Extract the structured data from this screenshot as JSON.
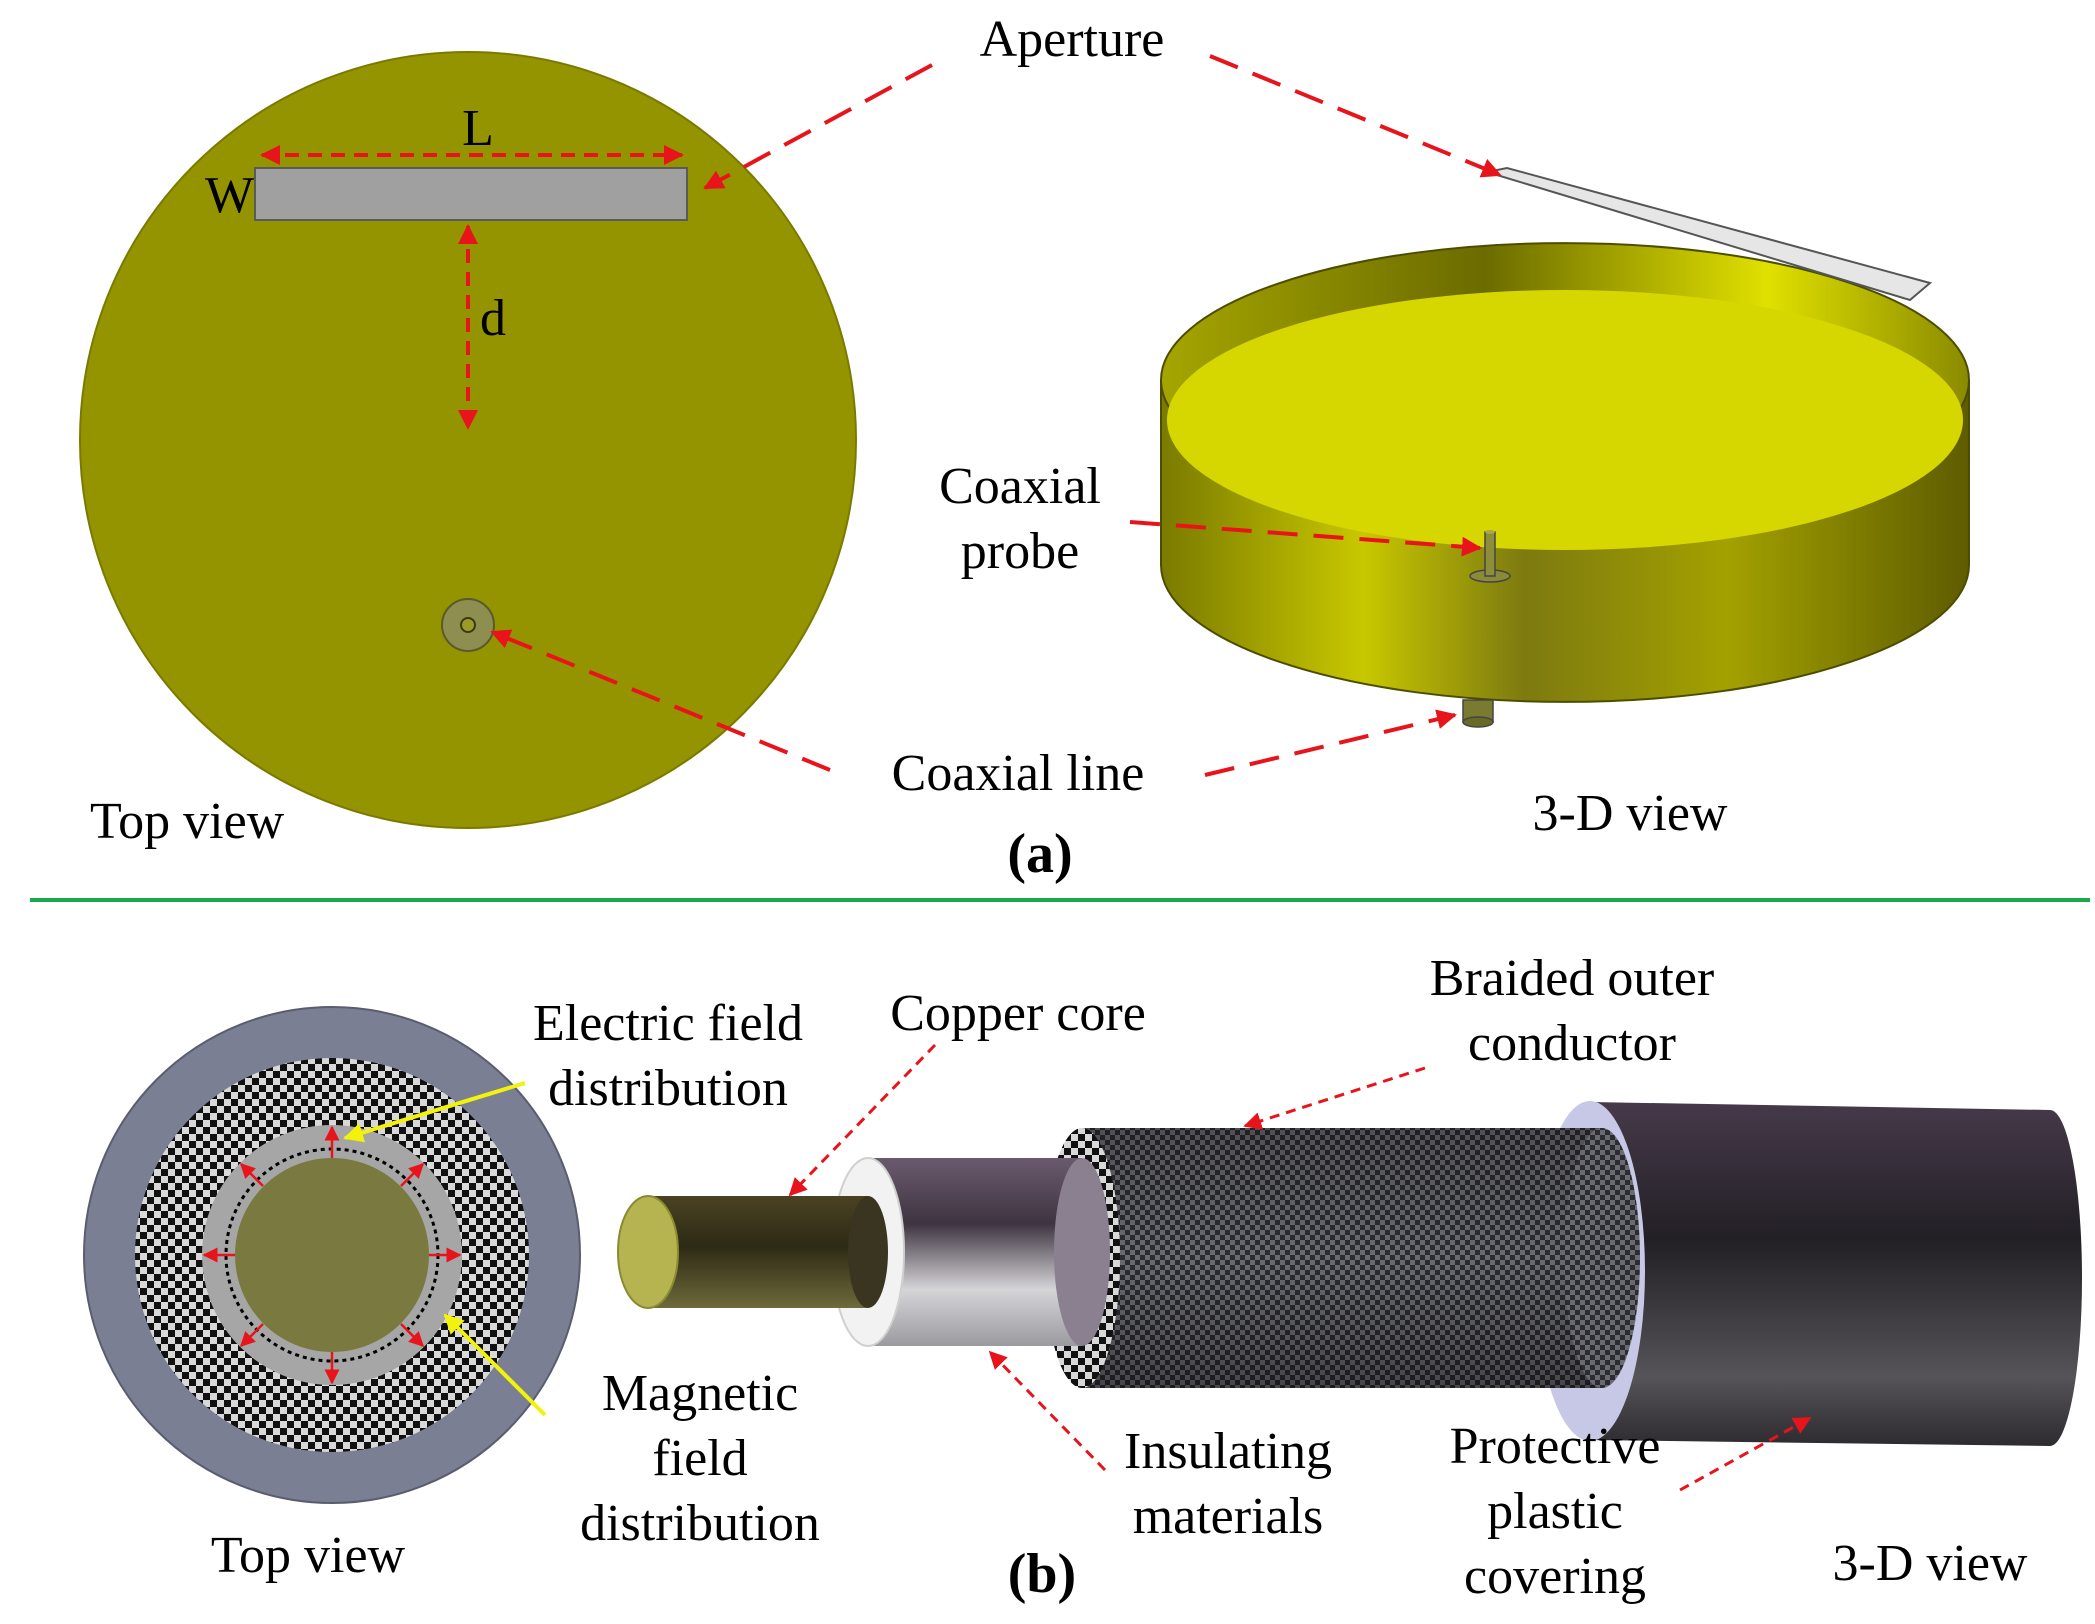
{
  "panel_a": {
    "caption": "(a)",
    "top_view_label": "Top view",
    "view3d_label": "3-D view",
    "aperture_label": "Aperture",
    "coaxial_probe_label_line1": "Coaxial",
    "coaxial_probe_label_line2": "probe",
    "coaxial_line_label": "Coaxial line",
    "dim_L": "L",
    "dim_W": "W",
    "dim_d": "d"
  },
  "panel_b": {
    "caption": "(b)",
    "top_view_label": "Top view",
    "view3d_label": "3-D view",
    "electric_label_line1": "Electric field",
    "electric_label_line2": "distribution",
    "magnetic_label_line1": "Magnetic",
    "magnetic_label_line2": "field",
    "magnetic_label_line3": "distribution",
    "copper_core_label": "Copper core",
    "braided_label_line1": "Braided outer",
    "braided_label_line2": "conductor",
    "insulating_label_line1": "Insulating",
    "insulating_label_line2": "materials",
    "protective_label_line1": "Protective",
    "protective_label_line2": "plastic",
    "protective_label_line3": "covering"
  },
  "colors": {
    "patch_olive": "#949400",
    "cavity_yellow": "#d6d600",
    "aperture_gray": "#a0a0a0",
    "annotation_red": "#e8141b",
    "field_arrow_yellow": "#f2f20a",
    "divider_green": "#1aa84c",
    "cable_jacket": "#2c2630",
    "outer_ring": "#7b7f94"
  }
}
